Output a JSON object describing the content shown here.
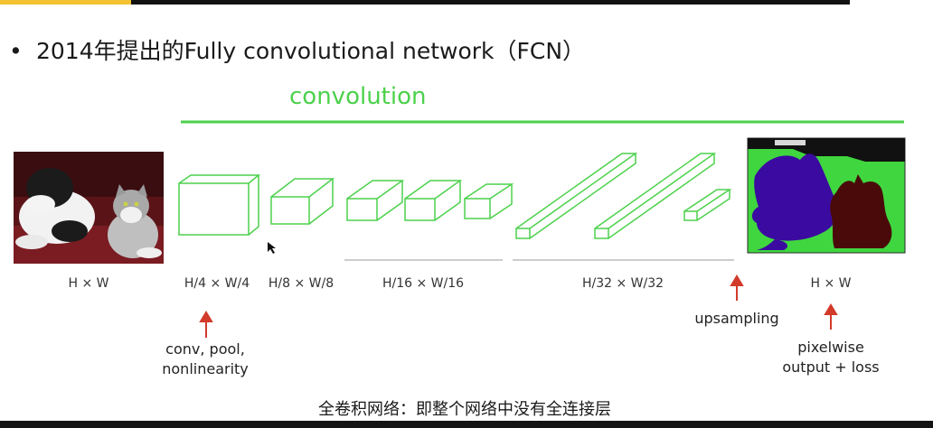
{
  "slide": {
    "bullet_symbol": "•",
    "heading": "2014年提出的Fully convolutional network（FCN）",
    "convolution_label": "convolution",
    "caption": "全卷积网络：即整个网络中没有全连接层"
  },
  "stages": [
    {
      "label": "H × W"
    },
    {
      "label": "H/4 × W/4"
    },
    {
      "label": "H/8 × W/8"
    },
    {
      "label": "H/16 × W/16"
    },
    {
      "label": "H/32 × W/32"
    },
    {
      "label": "H × W"
    }
  ],
  "annotations": {
    "conv_note_line1": "conv, pool,",
    "conv_note_line2": "nonlinearity",
    "upsampling": "upsampling",
    "output_line1": "pixelwise",
    "output_line2": "output + loss"
  },
  "colors": {
    "accent_green": "#4cd14c",
    "arrow_red": "#d23a2a",
    "seg_green": "#3fd63f",
    "seg_purple": "#3b0aa0",
    "seg_darkred": "#4a0a0a"
  }
}
